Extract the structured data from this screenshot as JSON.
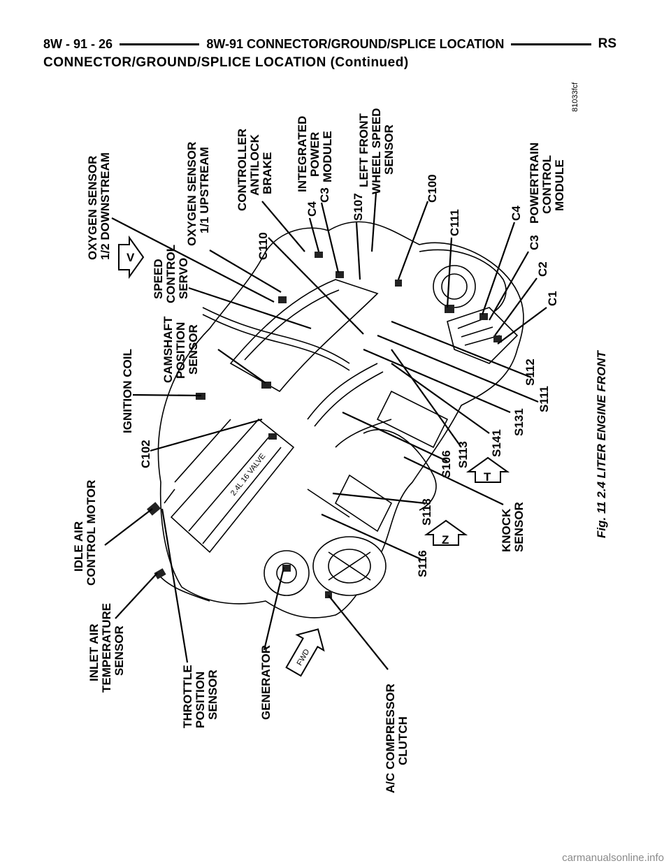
{
  "header": {
    "left": "8W - 91 - 26",
    "center": "8W-91 CONNECTOR/GROUND/SPLICE LOCATION",
    "right": "RS"
  },
  "subtitle": "CONNECTOR/GROUND/SPLICE LOCATION (Continued)",
  "figure": {
    "id_code": "81033fcf",
    "caption": "Fig. 11 2.4 LITER ENGINE FRONT",
    "view_markers": [
      "V",
      "T",
      "Z"
    ],
    "fwd": "FWD",
    "labels": {
      "oxygen_sensor_12": [
        "OXYGEN SENSOR",
        "1/2 DOWNSTREAM"
      ],
      "oxygen_sensor_11": [
        "OXYGEN SENSOR",
        "1/1 UPSTREAM"
      ],
      "controller_antilock_brake": [
        "CONTROLLER",
        "ANTILOCK",
        "BRAKE"
      ],
      "integrated_power_module": [
        "INTEGRATED",
        "POWER",
        "MODULE"
      ],
      "left_front_wheel_speed_sensor": [
        "LEFT FRONT",
        "WHEEL SPEED",
        "SENSOR"
      ],
      "powertrain_control_module": [
        "POWERTRAIN",
        "CONTROL",
        "MODULE"
      ],
      "speed_control_servo": [
        "SPEED",
        "CONTROL",
        "SERVO"
      ],
      "camshaft_position_sensor": [
        "CAMSHAFT",
        "POSITION",
        "SENSOR"
      ],
      "ignition_coil": "IGNITION COIL",
      "idle_air_control_motor": [
        "IDLE AIR",
        "CONTROL MOTOR"
      ],
      "inlet_air_temperature_sensor": [
        "INLET AIR",
        "TEMPERATURE",
        "SENSOR"
      ],
      "throttle_position_sensor": [
        "THROTTLE",
        "POSITION",
        "SENSOR"
      ],
      "generator": "GENERATOR",
      "ac_compressor_clutch": [
        "A/C COMPRESSOR",
        "CLUTCH"
      ],
      "knock_sensor": [
        "KNOCK",
        "SENSOR"
      ],
      "c110": "C110",
      "c4_ipm": "C4",
      "c3_ipm": "C3",
      "s107": "S107",
      "c100": "C100",
      "c111": "C111",
      "c4_pcm": "C4",
      "c3_pcm": "C3",
      "c2": "C2",
      "c1": "C1",
      "s112": "S112",
      "s111": "S111",
      "s131": "S131",
      "s141": "S141",
      "s113": "S113",
      "s106": "S106",
      "s118": "S118",
      "s116": "S116",
      "c102": "C102"
    }
  },
  "footer": "carmanualsonline.info"
}
